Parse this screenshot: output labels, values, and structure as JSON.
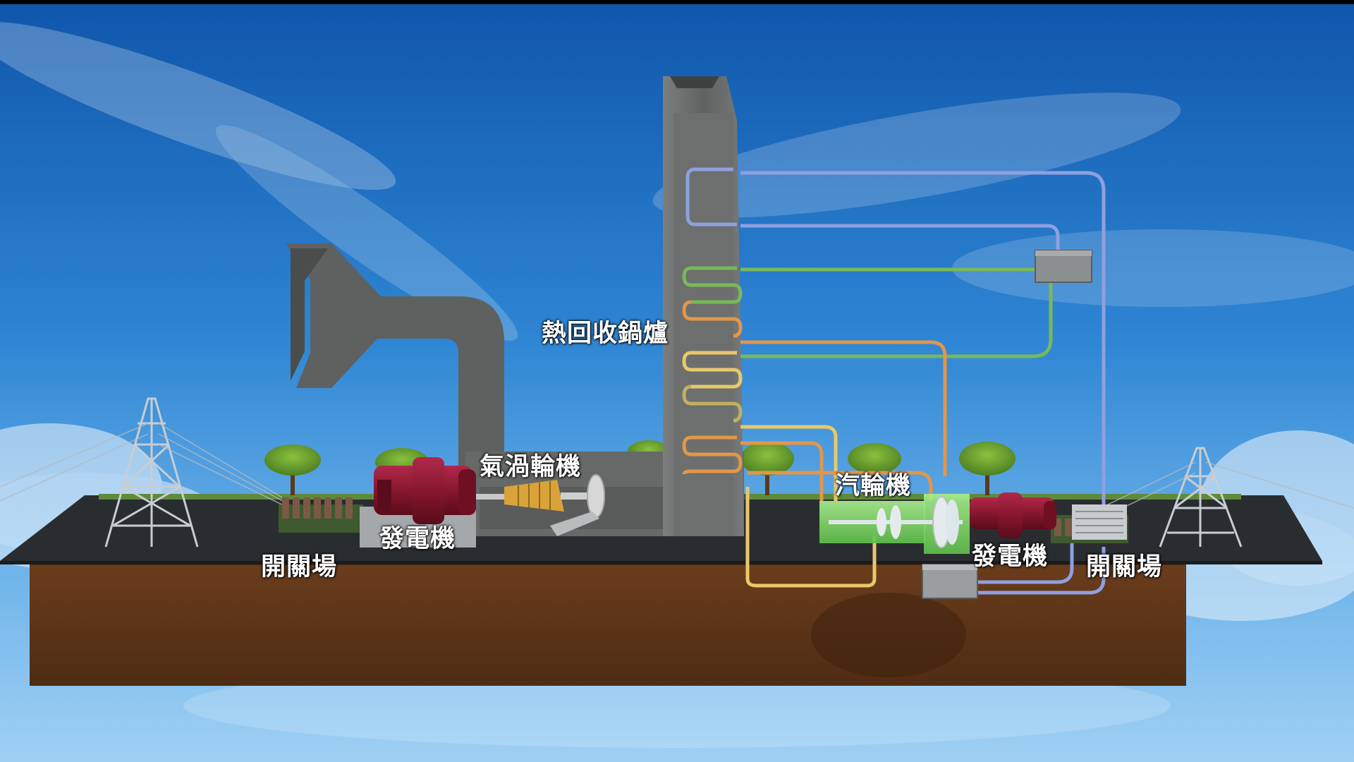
{
  "labels": {
    "hrsg": "熱回收鍋爐",
    "gas_turbine": "氣渦輪機",
    "steam_turbine": "汽輪機",
    "generator_left": "發電機",
    "generator_right": "發電機",
    "switchyard_left": "開關場",
    "switchyard_right": "開關場"
  },
  "colors": {
    "sky_top": "#1565b8",
    "sky_bottom": "#8ec6ef",
    "ground": "#5a3418",
    "platform": "#2a2d30",
    "stack": "#6a6d6c",
    "generator": "#8a1830",
    "steam_turbine_housing": "#7ed66a",
    "pipe_blue": "#8fa0e0",
    "pipe_green": "#79b85a",
    "pipe_orange": "#e3964a",
    "pipe_yellow": "#e8c86a"
  }
}
